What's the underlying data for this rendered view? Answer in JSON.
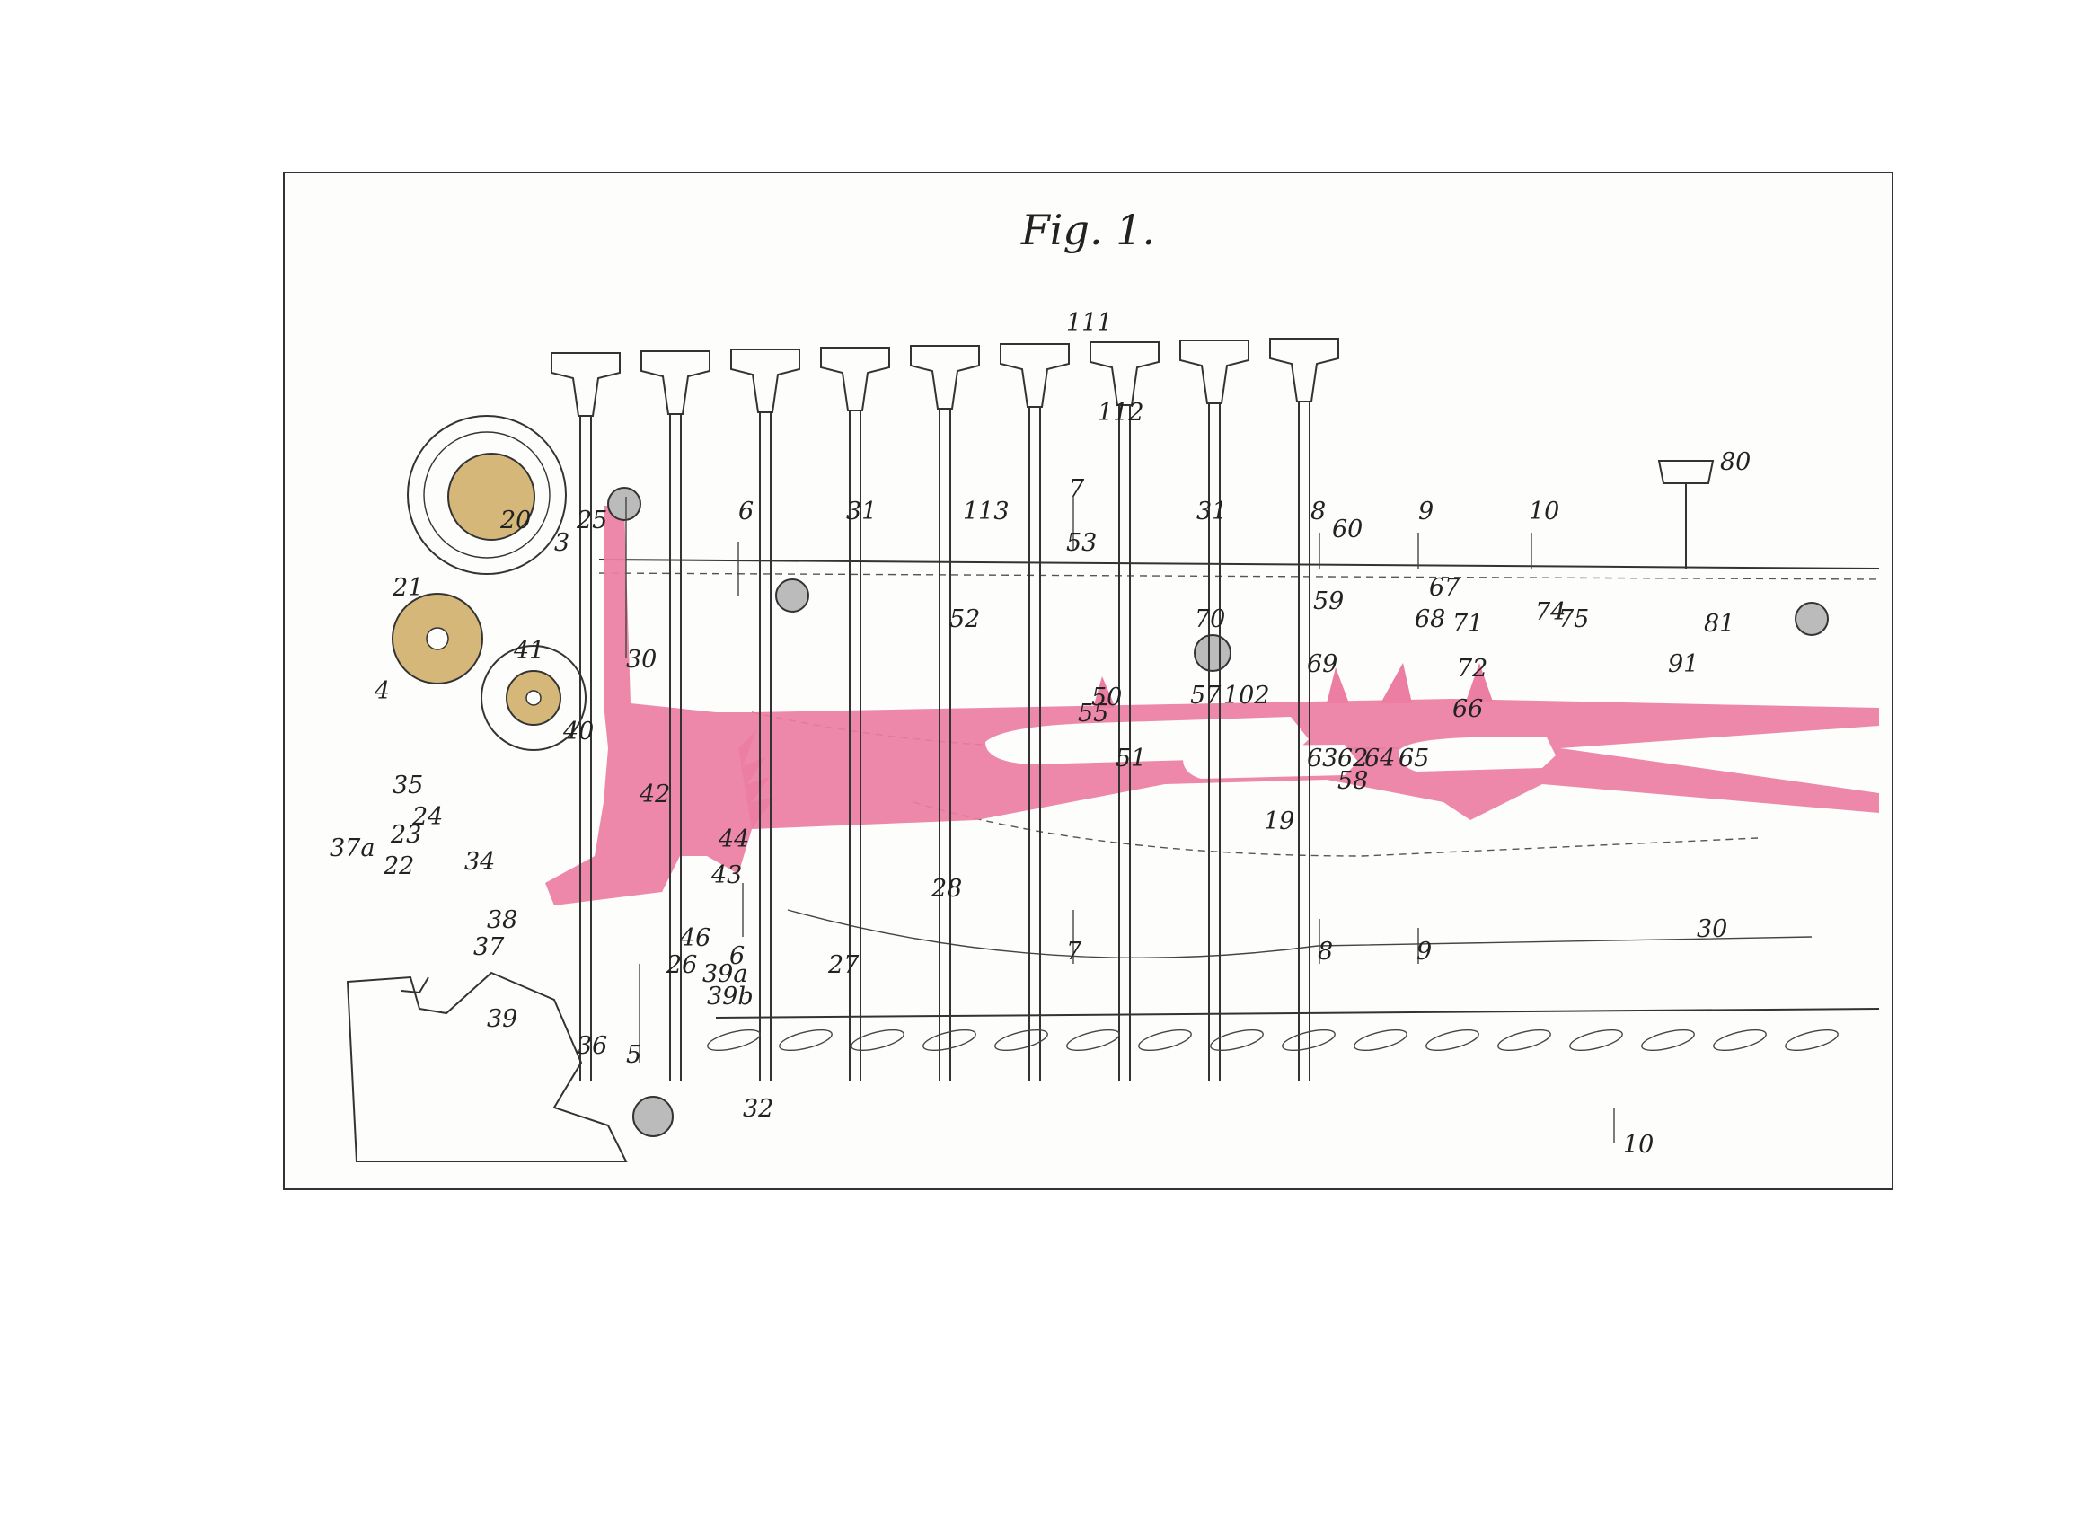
{
  "figure": {
    "title": "Fig. 1."
  },
  "colors": {
    "highlight_frame": "#ec7ea3",
    "highlight_gear": "#d6b77a",
    "ink": "#333333",
    "paper": "#fdfdfb"
  },
  "callouts": [
    "111",
    "112",
    "113",
    "31",
    "31",
    "7",
    "6",
    "20",
    "25",
    "3",
    "21",
    "4",
    "35",
    "24",
    "23",
    "37a",
    "22",
    "34",
    "38",
    "37",
    "39",
    "36",
    "5",
    "26",
    "46",
    "39a",
    "39b",
    "41",
    "40",
    "42",
    "44",
    "43",
    "30",
    "6",
    "27",
    "28",
    "52",
    "53",
    "55",
    "50",
    "51",
    "7",
    "70",
    "57",
    "102",
    "8",
    "60",
    "59",
    "69",
    "63",
    "62",
    "64",
    "65",
    "58",
    "9",
    "19",
    "8",
    "9",
    "68",
    "67",
    "71",
    "72",
    "66",
    "10",
    "74",
    "75",
    "80",
    "81",
    "91",
    "30",
    "32",
    "10"
  ]
}
